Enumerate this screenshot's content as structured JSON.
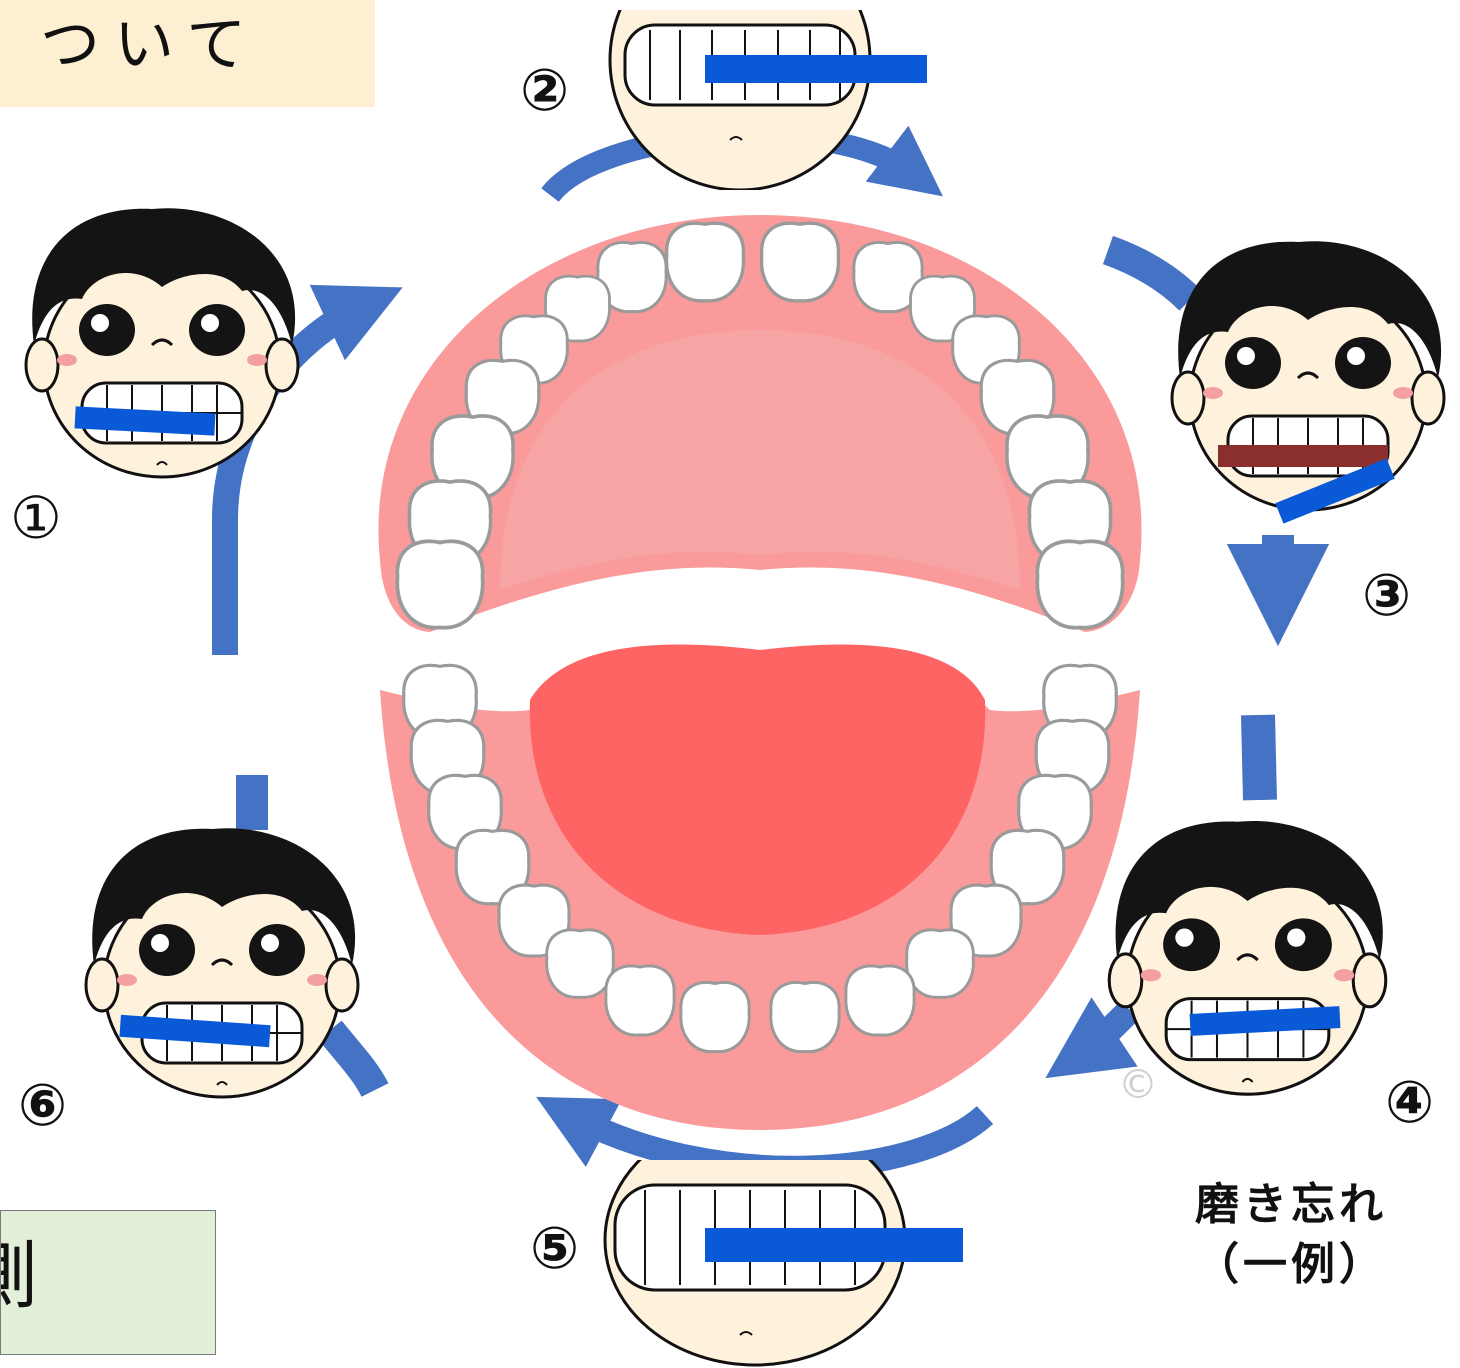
{
  "heading_top": "ついて",
  "heading_bottom": "側",
  "steps": {
    "s1": "①",
    "s2": "②",
    "s3": "③",
    "s4": "④",
    "s5": "⑤",
    "s6": "⑥"
  },
  "caption": {
    "line1": "磨き忘れ",
    "line2": "（一例）"
  },
  "watermark": "©",
  "colors": {
    "arrow": "#4472c4",
    "gum": "#fa9a9a",
    "tongue": "#ff6464",
    "toothbrush": "#0a5ad8",
    "skin": "#fff2dc",
    "hair": "#141414"
  }
}
